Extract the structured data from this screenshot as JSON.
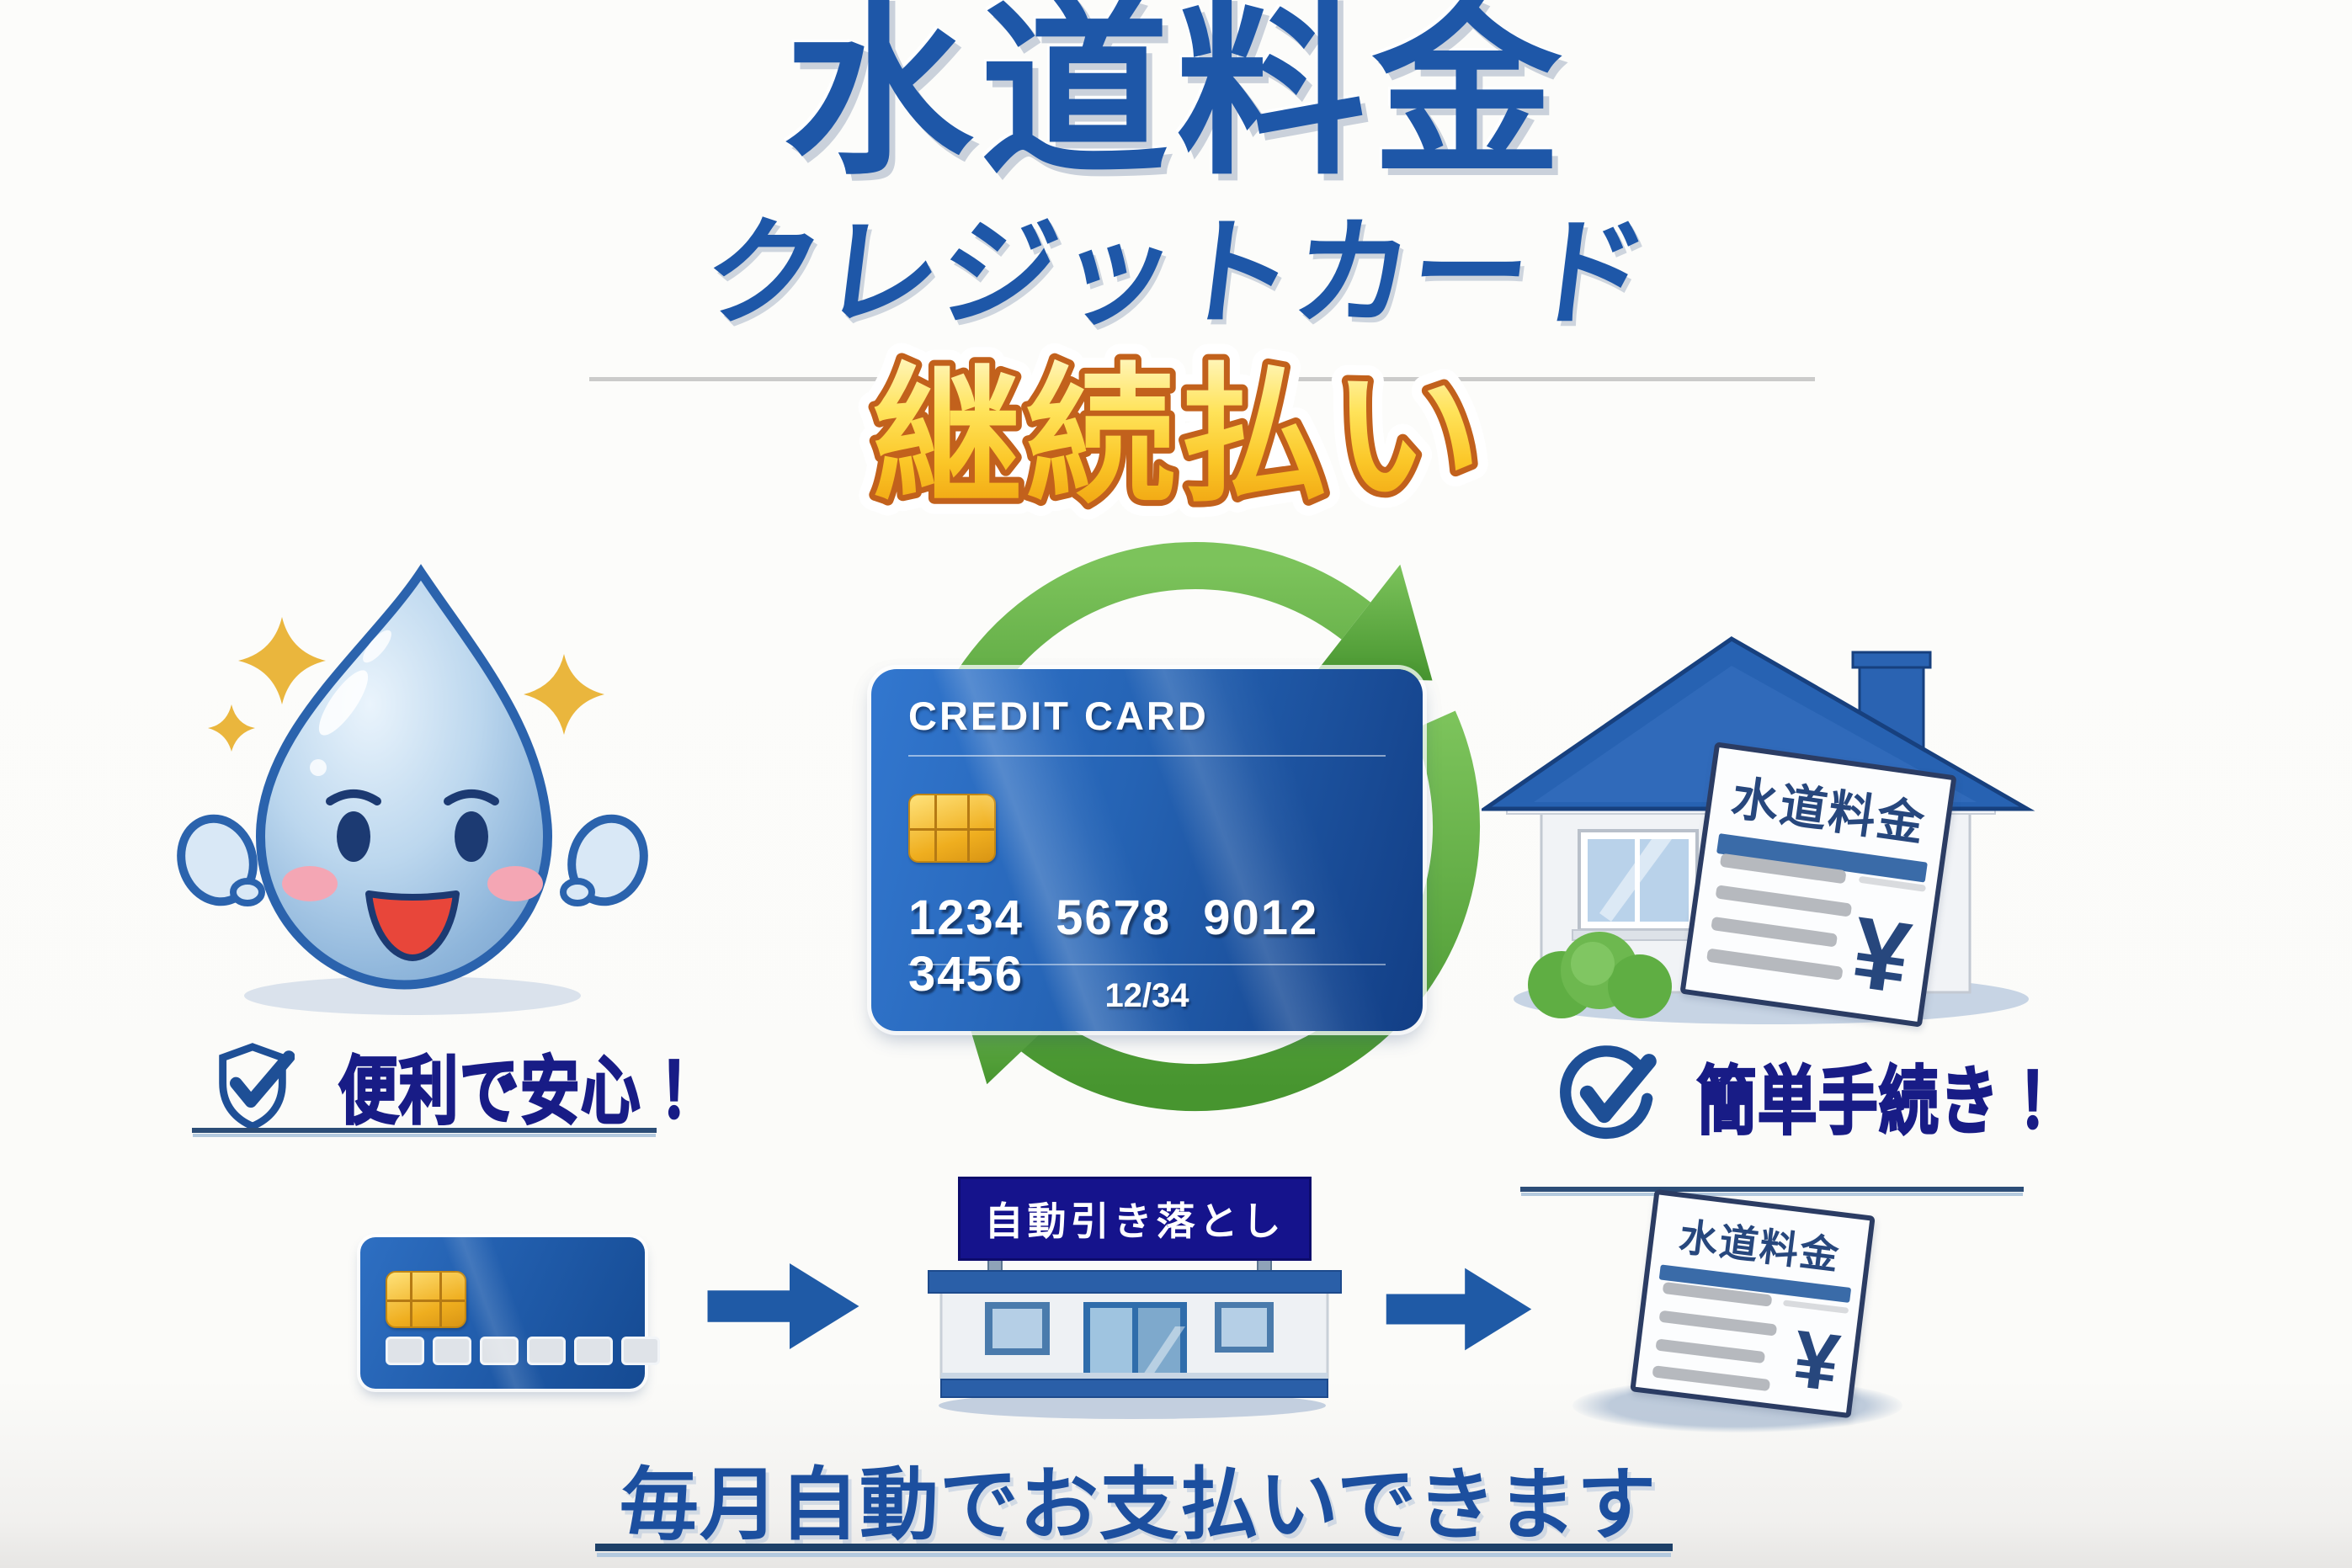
{
  "header": {
    "title": "水道料金",
    "subtitle": "クレジットカード",
    "badge": "継続払い"
  },
  "center_card": {
    "brand": "CREDIT CARD",
    "number": "1234 5678 9012 3456",
    "expiry": "12/34"
  },
  "features": {
    "left": {
      "label": "便利で安心 ！",
      "icon": "shield-check-icon"
    },
    "right": {
      "label": "簡単手続き ！",
      "icon": "circle-check-icon"
    }
  },
  "building": {
    "sign": "自動引き落とし"
  },
  "bills": {
    "house": {
      "title": "水道料金",
      "currency": "¥"
    },
    "receipt": {
      "title": "水道料金",
      "currency": "¥"
    }
  },
  "footer": {
    "caption": "毎月自動でお支払いできます"
  },
  "icons": {
    "cycle": "refresh-cycle-arrows",
    "mascot": "water-drop-mascot",
    "house": "house-with-bill",
    "office": "payment-office",
    "flow": "right-arrow"
  },
  "colors": {
    "title_blue": "#1e57a8",
    "navy_text": "#181c86",
    "caption_blue": "#1c4f9f",
    "badge_gold": "#fbc728",
    "badge_stroke": "#c2611c",
    "cycle_green": "#5aa93f",
    "card_blue": "#1d5bab",
    "sign_navy": "#15138c",
    "bill_navy": "#27477d"
  }
}
